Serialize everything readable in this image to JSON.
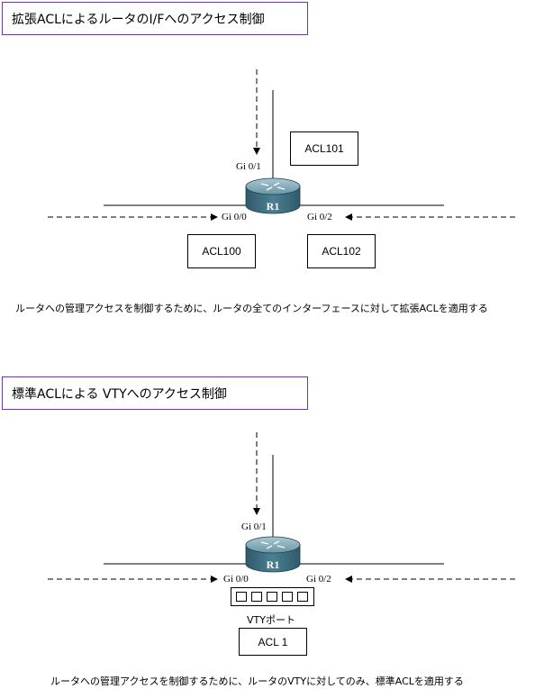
{
  "diagram1": {
    "title": "拡張ACLによるルータのI/Fへのアクセス制御",
    "router_label": "R1",
    "iface_top": "Gi 0/1",
    "iface_left": "Gi 0/0",
    "iface_right": "Gi 0/2",
    "acl_top": "ACL101",
    "acl_left": "ACL100",
    "acl_right": "ACL102",
    "caption": "ルータへの管理アクセスを制御するために、ルータの全てのインターフェースに対して拡張ACLを適用する"
  },
  "diagram2": {
    "title": "標準ACLによる VTYへのアクセス制御",
    "router_label": "R1",
    "iface_top": "Gi 0/1",
    "iface_left": "Gi 0/0",
    "iface_right": "Gi 0/2",
    "vty_label": "VTYポート",
    "acl": "ACL 1",
    "caption": "ルータへの管理アクセスを制御するために、ルータのVTYに対してのみ、標準ACLを適用する"
  },
  "colors": {
    "title_border": "#6a3d9a",
    "router_top": "#7fa7b5",
    "router_body": "#3f6e80"
  },
  "icons": [
    "router-icon",
    "arrow-icon"
  ]
}
